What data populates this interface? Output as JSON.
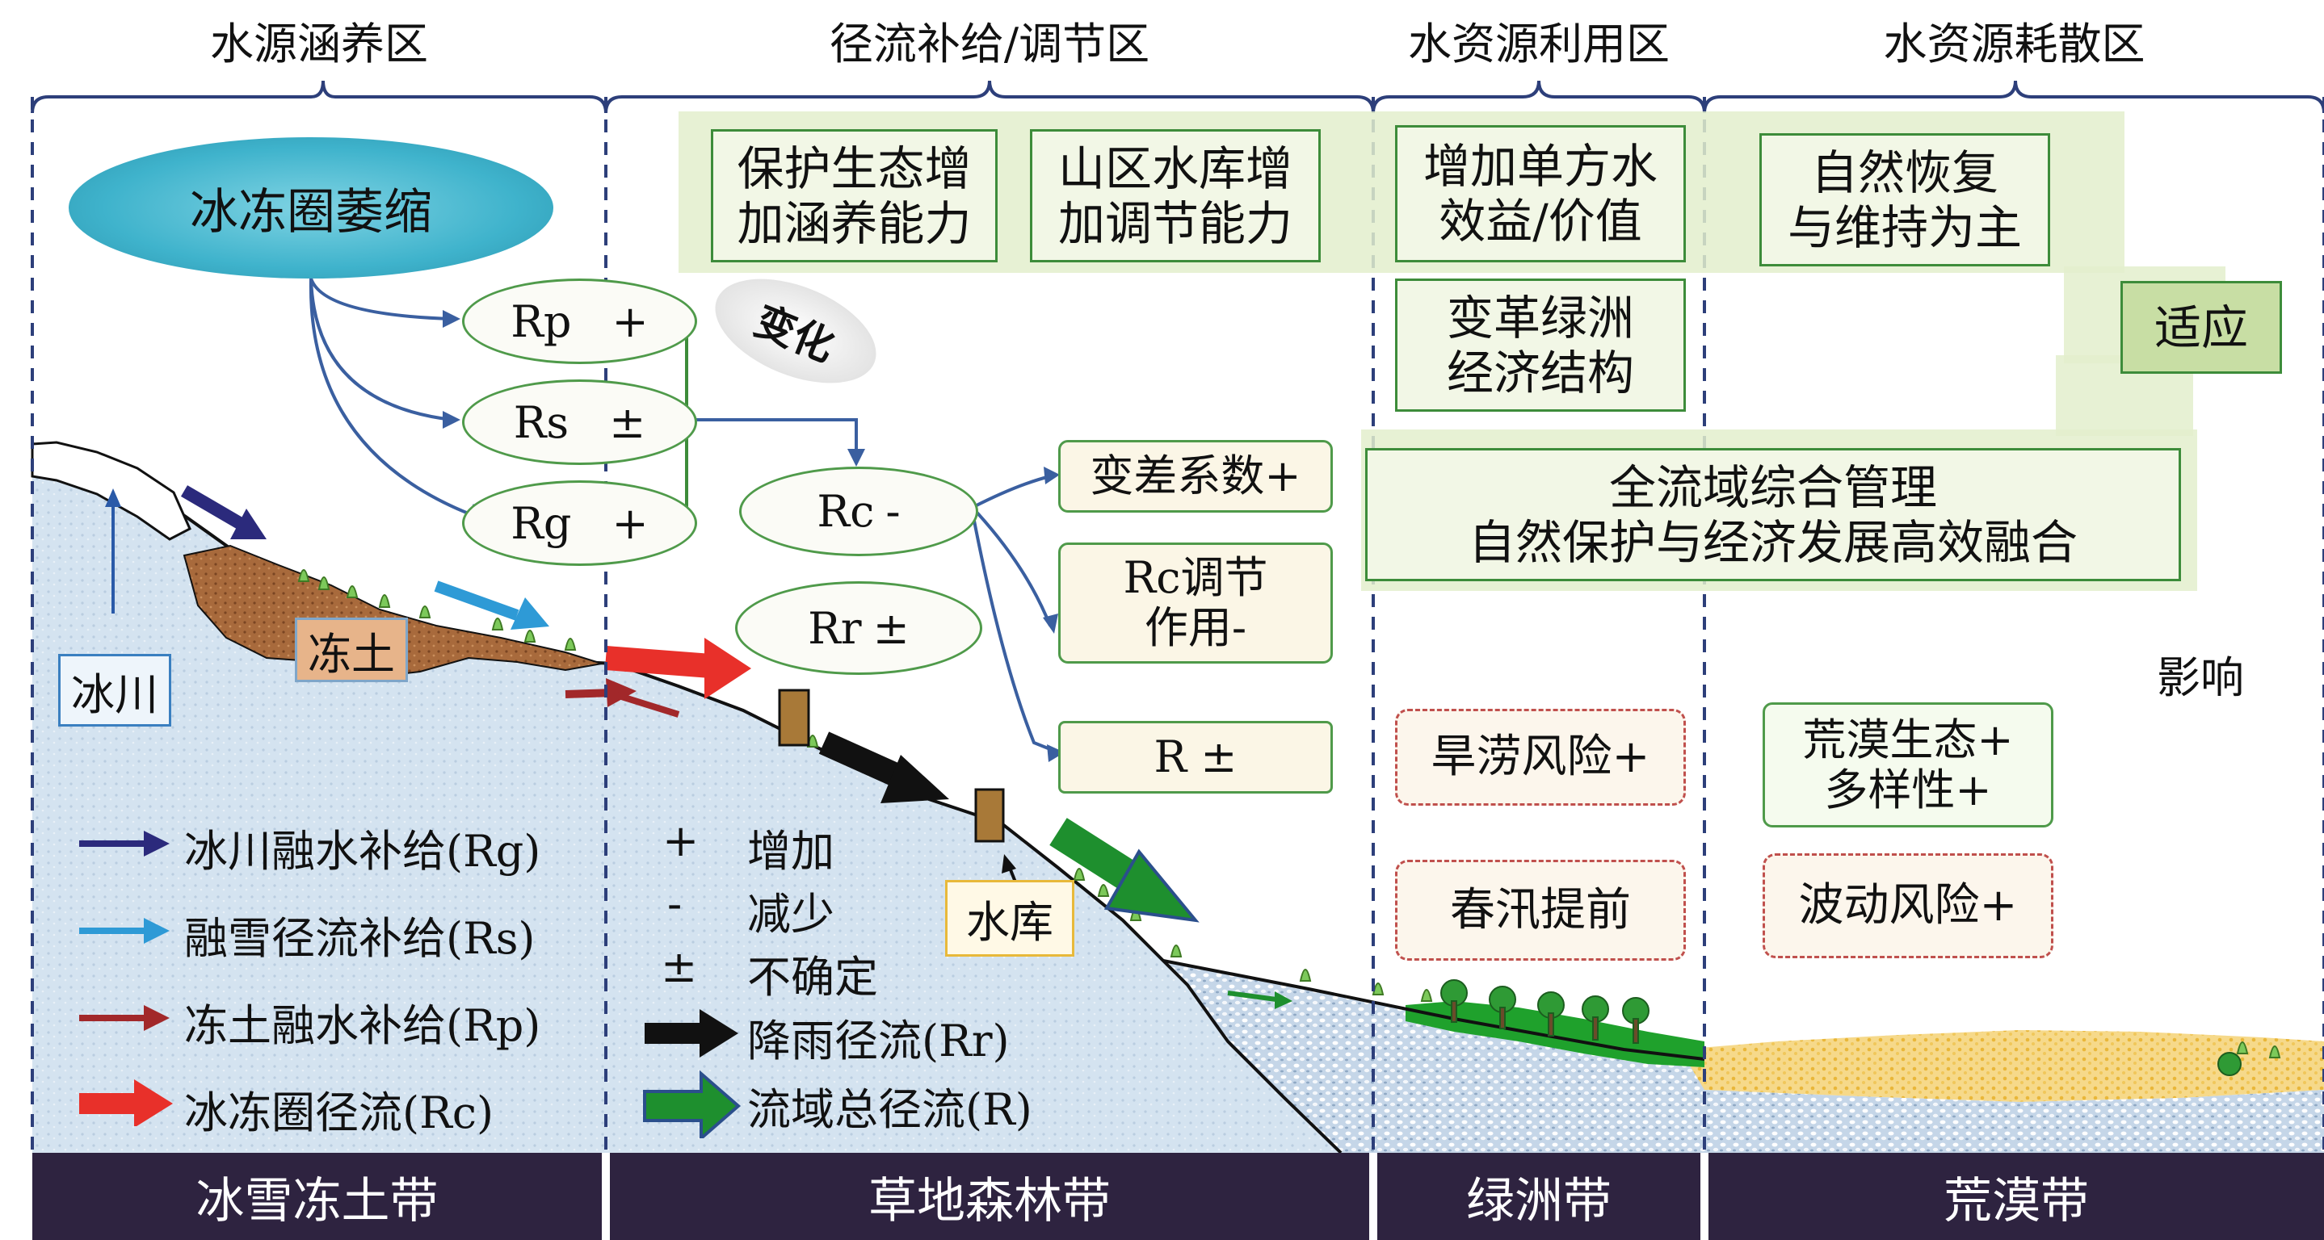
{
  "zones": [
    "水源涵养区",
    "径流补给/调节区",
    "水资源利用区",
    "水资源耗散区"
  ],
  "bands": [
    "冰雪冻土带",
    "草地森林带",
    "绿洲带",
    "荒漠带"
  ],
  "cryo_label": "冰冻圈萎缩",
  "change_label": "变化",
  "runoff_terms": {
    "rp": {
      "name": "Rp",
      "sign": "+"
    },
    "rs": {
      "name": "Rs",
      "sign": "±"
    },
    "rg": {
      "name": "Rg",
      "sign": "+"
    },
    "rc": {
      "name": "Rc",
      "sign": "-"
    },
    "rr": {
      "name": "Rr",
      "sign": "±"
    }
  },
  "effects": {
    "cv": "变差系数+",
    "regulation_line1": "Rc调节",
    "regulation_line2": "作用-",
    "total": "R ±"
  },
  "measures": {
    "protect_line1": "保护生态增",
    "protect_line2": "加涵养能力",
    "reservoir_line1": "山区水库增",
    "reservoir_line2": "加调节能力",
    "benefit_line1": "增加单方水",
    "benefit_line2": "效益/价值",
    "restore_line1": "自然恢复",
    "restore_line2": "与维持为主",
    "oasis_line1": "变革绿洲",
    "oasis_line2": "经济结构",
    "adapt": "适应",
    "basin_line1": "全流域综合管理",
    "basin_line2": "自然保护与经济发展高效融合"
  },
  "impact_label": "影响",
  "risks": {
    "drought": "旱涝风险+",
    "flood": "春汛提前",
    "desert_line1": "荒漠生态+",
    "desert_line2": "多样性+",
    "fluct": "波动风险+"
  },
  "terrain_labels": {
    "glacier": "冰川",
    "frozen_soil": "冻土",
    "reservoir": "水库"
  },
  "legend": [
    {
      "label": "冰川融水补给(Rg)",
      "color": "#2b2a7c"
    },
    {
      "label": "融雪径流补给(Rs)",
      "color": "#2e9ad6"
    },
    {
      "label": "冻土融水补给(Rp)",
      "color": "#a2282a"
    },
    {
      "label": "冰冻圈径流(Rc)",
      "color": "#e8302a"
    }
  ],
  "symbols": [
    {
      "sym": "+",
      "label": "增加"
    },
    {
      "sym": "-",
      "label": "减少"
    },
    {
      "sym": "±",
      "label": "不确定"
    }
  ],
  "legend2": [
    {
      "label": "降雨径流(Rr)",
      "color": "#111111"
    },
    {
      "label": "流域总径流(R)",
      "color": "#1e8f2e"
    }
  ]
}
